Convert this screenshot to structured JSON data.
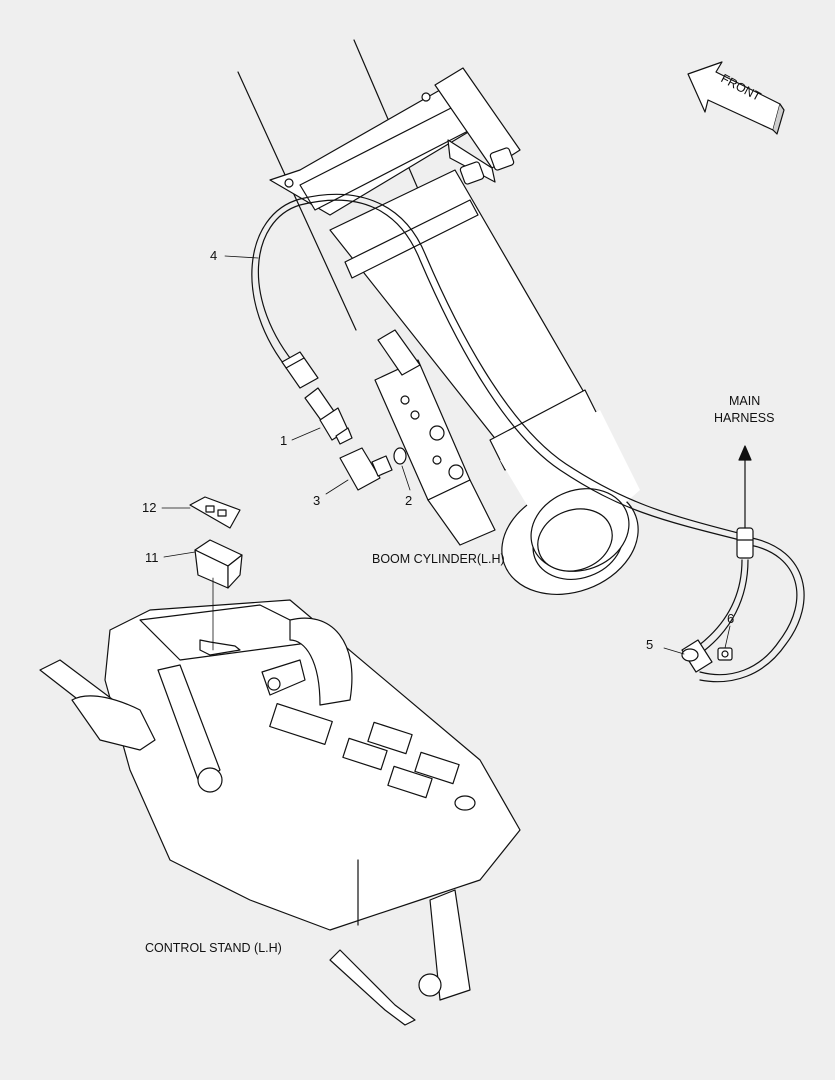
{
  "diagram": {
    "callouts": [
      {
        "id": "1",
        "text": "1"
      },
      {
        "id": "2",
        "text": "2"
      },
      {
        "id": "3",
        "text": "3"
      },
      {
        "id": "4",
        "text": "4"
      },
      {
        "id": "5",
        "text": "5"
      },
      {
        "id": "6",
        "text": "6"
      },
      {
        "id": "11",
        "text": "11"
      },
      {
        "id": "12",
        "text": "12"
      }
    ],
    "captions": {
      "boom_cylinder": "BOOM CYLINDER(L.H)",
      "control_stand": "CONTROL STAND (L.H)",
      "main_harness_line1": "MAIN",
      "main_harness_line2": "HARNESS",
      "front": "FRONT"
    }
  },
  "colors": {
    "background": "#efefef",
    "part_fill": "#ffffff",
    "line": "#111111"
  }
}
